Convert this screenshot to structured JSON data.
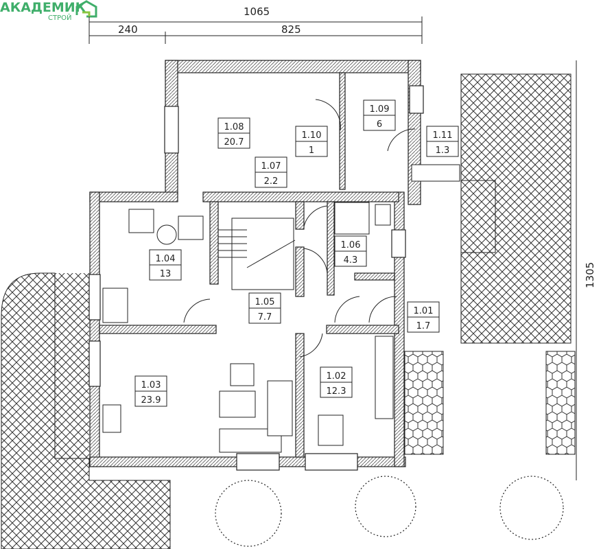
{
  "logo": {
    "name": "АКАДЕМИК",
    "sub": "СТРОЙ",
    "color_primary": "#3fae6a",
    "color_secondary": "#8bc63f"
  },
  "dimensions": {
    "total_width": "1065",
    "left_segment": "240",
    "right_segment": "825",
    "total_height": "1305"
  },
  "rooms": [
    {
      "id": "1.08",
      "area": "20.7"
    },
    {
      "id": "1.09",
      "area": "6"
    },
    {
      "id": "1.10",
      "area": "1"
    },
    {
      "id": "1.11",
      "area": "1.3"
    },
    {
      "id": "1.07",
      "area": "2.2"
    },
    {
      "id": "1.04",
      "area": "13"
    },
    {
      "id": "1.06",
      "area": "4.3"
    },
    {
      "id": "1.05",
      "area": "7.7"
    },
    {
      "id": "1.01",
      "area": "1.7"
    },
    {
      "id": "1.03",
      "area": "23.9"
    },
    {
      "id": "1.02",
      "area": "12.3"
    }
  ],
  "colors": {
    "line": "#222222",
    "wall_hatch": "#555555",
    "paving": "#333333"
  }
}
